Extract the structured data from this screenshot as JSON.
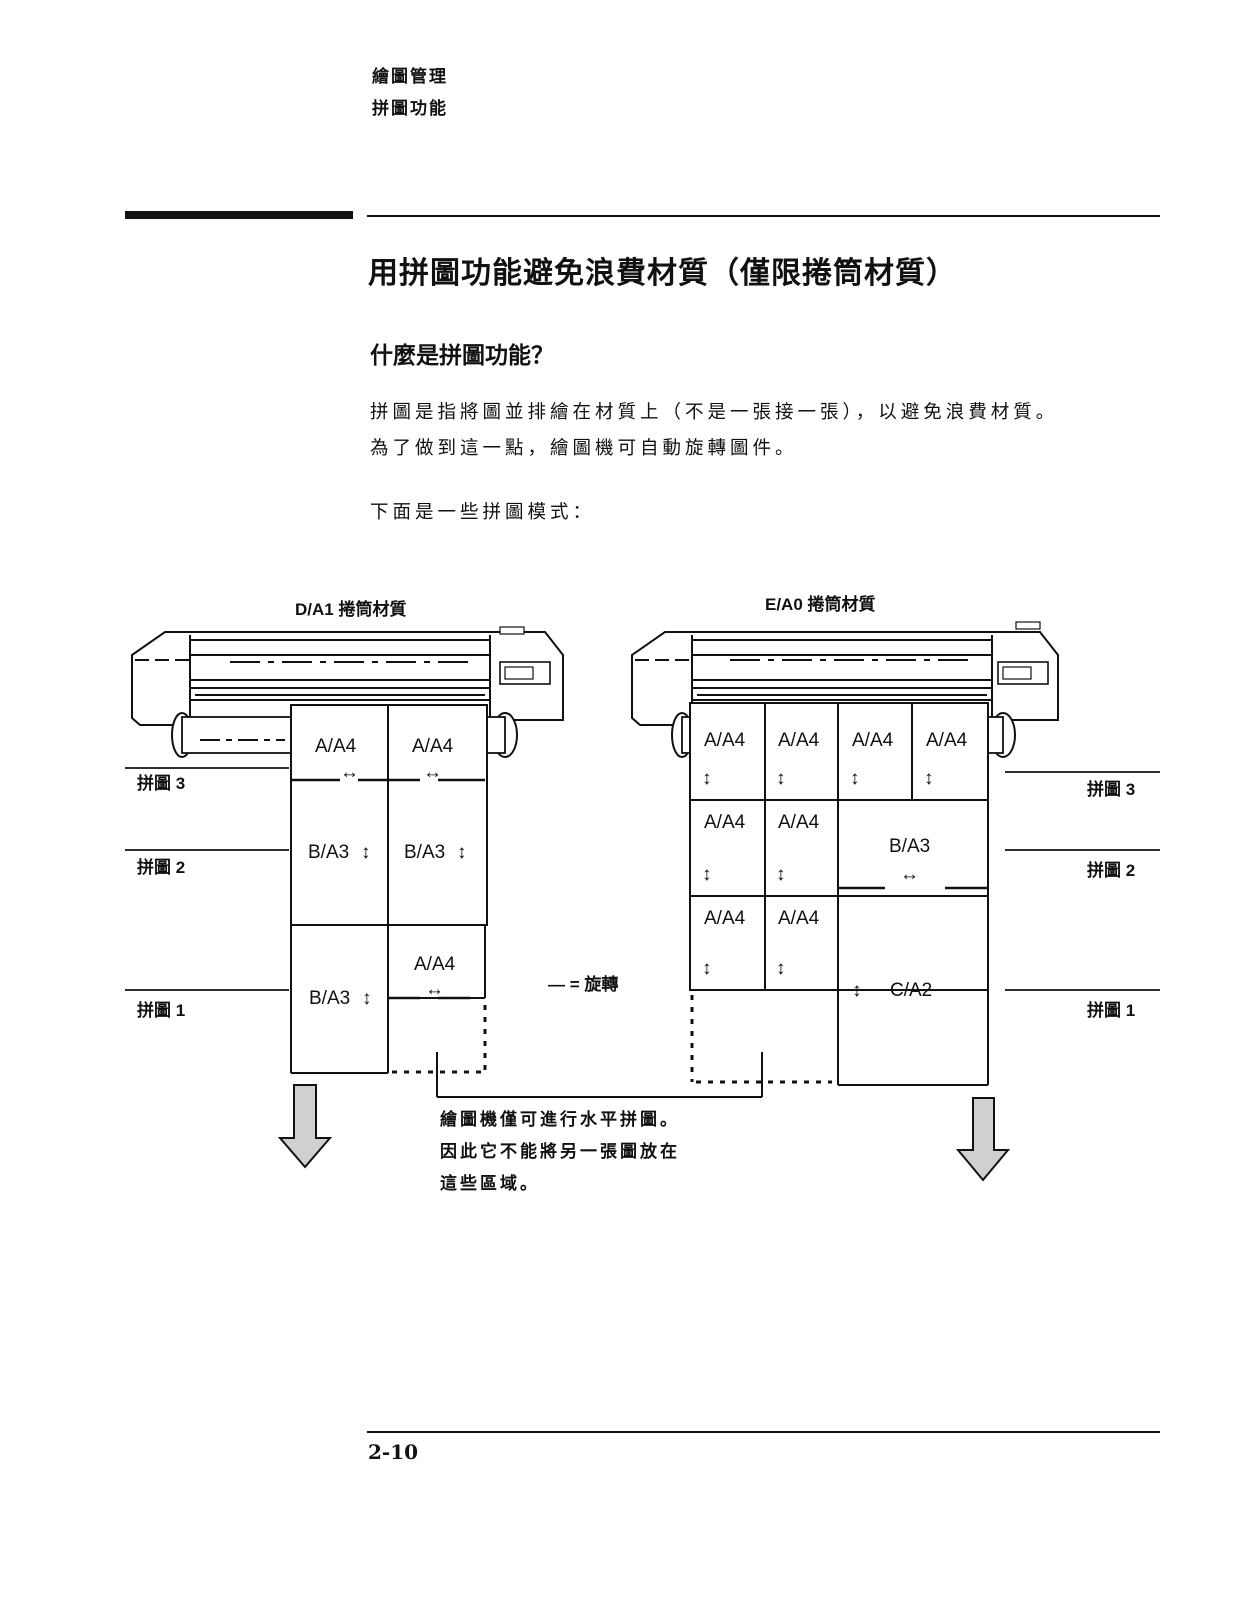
{
  "header": {
    "line1": "繪圖管理",
    "line2": "拼圖功能"
  },
  "section_title": "用拼圖功能避免浪費材質（僅限捲筒材質）",
  "subsection_title": "什麼是拼圖功能？",
  "paragraph_lines": [
    "拼圖是指將圖並排繪在材質上（不是一張接一張），以避免浪費材質。",
    "為了做到這一點，繪圖機可自動旋轉圖件。"
  ],
  "intro_line": "下面是一些拼圖模式：",
  "figure": {
    "left_caption": "D/A1 捲筒材質",
    "right_caption": "E/A0 捲筒材質",
    "nest_labels": [
      "拼圖 3",
      "拼圖 2",
      "拼圖 1"
    ],
    "left_cells": {
      "r1c1": "A/A4",
      "r1c2": "A/A4",
      "r2c1": "B/A3",
      "r2c2": "B/A3",
      "r3c1": "B/A3",
      "r3c2": "A/A4"
    },
    "right_cells": {
      "a1": "A/A4",
      "a2": "A/A4",
      "a3": "A/A4",
      "a4": "A/A4",
      "b1": "A/A4",
      "b2": "A/A4",
      "b3": "B/A3",
      "c1": "A/A4",
      "c2": "A/A4",
      "c3": "C/A2"
    },
    "arrows": {
      "horizontal": "↔",
      "vertical": "↕"
    },
    "legend": "— = 旋轉",
    "note_lines": [
      "繪圖機僅可進行水平拼圖。",
      "因此它不能將另一張圖放在",
      "這些區域。"
    ]
  },
  "page_number": "2-10"
}
